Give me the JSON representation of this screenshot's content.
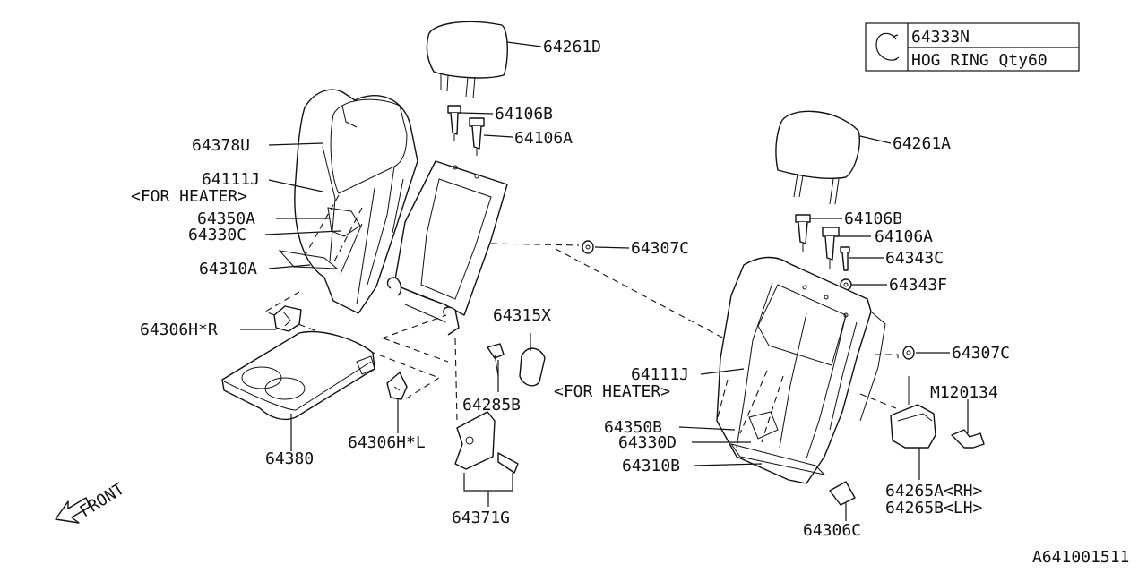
{
  "diagram": {
    "title": "",
    "figure_id": "A641001511",
    "direction_label": "FRONT",
    "legend": {
      "part_number": "64333N",
      "description": "HOG RING Qty60",
      "icon": "hog-ring-icon"
    },
    "callouts": {
      "c64261D": "64261D",
      "c64106B_1": "64106B",
      "c64106A_1": "64106A",
      "c64378U": "64378U",
      "c64111J_1": "64111J",
      "c_for_heater_1": "<FOR HEATER>",
      "c64350A": "64350A",
      "c64330C": "64330C",
      "c64310A": "64310A",
      "c64307C_1": "64307C",
      "c64306HR": "64306H*R",
      "c64315X": "64315X",
      "c64285B": "64285B",
      "c64380": "64380",
      "c64306HL": "64306H*L",
      "c64371G": "64371G",
      "c64261A": "64261A",
      "c64106B_2": "64106B",
      "c64106A_2": "64106A",
      "c64343C": "64343C",
      "c64343F": "64343F",
      "c64307C_2": "64307C",
      "c64111J_2": "64111J",
      "c_for_heater_2": "<FOR HEATER>",
      "cM120134": "M120134",
      "c64350B": "64350B",
      "c64330D": "64330D",
      "c64310B": "64310B",
      "c64265A": "64265A<RH>",
      "c64265B": "64265B<LH>",
      "c64306C": "64306C"
    }
  }
}
